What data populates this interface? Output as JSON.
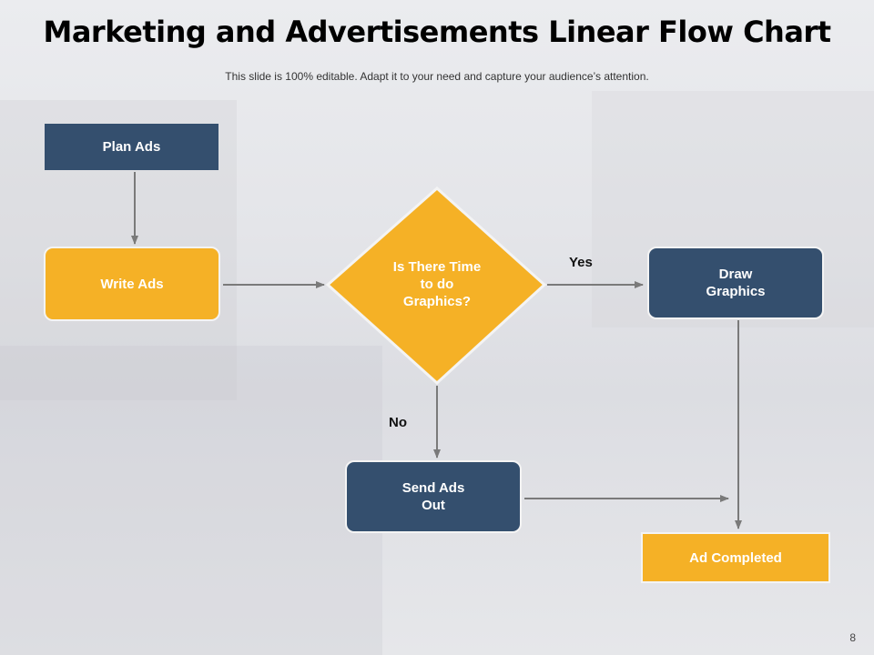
{
  "slide": {
    "title": "Marketing and Advertisements Linear Flow Chart",
    "subtitle": "This slide is 100% editable. Adapt it to your need and capture your audience’s attention.",
    "page_number": "8"
  },
  "flow": {
    "plan_ads": "Plan Ads",
    "write_ads": "Write Ads",
    "decision": "Is There Time\nto do\nGraphics?",
    "draw_graphics": "Draw\nGraphics",
    "send_ads_out": "Send Ads\nOut",
    "ad_completed": "Ad Completed",
    "yes_label": "Yes",
    "no_label": "No"
  },
  "colors": {
    "navy": "#344f6e",
    "gold": "#f5b126",
    "connector": "#7a7a7a"
  }
}
